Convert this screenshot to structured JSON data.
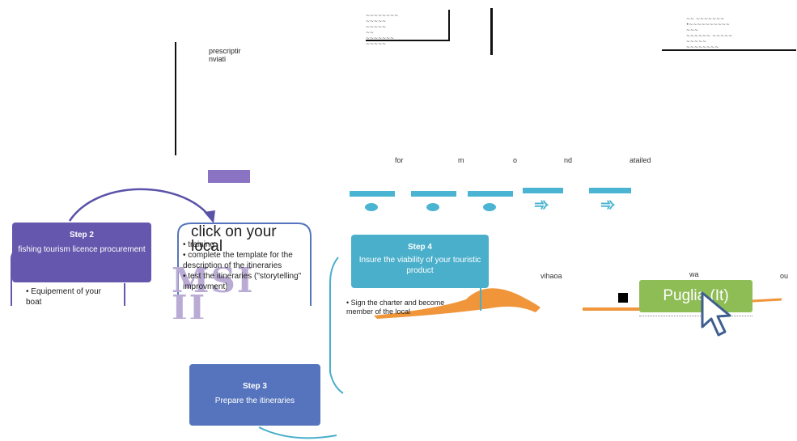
{
  "top_left": {
    "fragment_line1": "prescriptir",
    "fragment_line2": "nviati"
  },
  "top_center_tiny": [
    "~~~~~~~~",
    "~~~~~",
    "~~~~~",
    "~~",
    "~~~~~~~",
    "~~~~~"
  ],
  "top_right_tiny": [
    "~~ ~~~~~~~",
    "•~~~~~~~~~~",
    "~~~",
    "~~~~~~ ~~~~~",
    "~~~~~",
    "~~~~~~~~"
  ],
  "top_row_words": [
    "for",
    "m",
    "o",
    "nd",
    "atailed"
  ],
  "step2": {
    "title": "Step 2",
    "subtitle": "fishing tourism licence procurement",
    "bullet": "Equipement of your boat"
  },
  "panel": {
    "cta": "click on your local",
    "bullets": [
      "training",
      "complete the template for the description of the itineraries",
      "test the itineraries (\"storytelling\" improvment)"
    ],
    "deco": "MSI II"
  },
  "step3": {
    "title": "Step 3",
    "subtitle": "Prepare the itineraries"
  },
  "step4": {
    "title": "Step 4",
    "subtitle": "Insure the viability of your touristic product",
    "bullet": "Sign the charter and become member of the local"
  },
  "mid_right_words": [
    "vihaoa",
    "wa",
    "ou"
  ],
  "puglia_label": "Puglia (It)",
  "colors": {
    "step2": "#6557ad",
    "step3": "#5574bd",
    "step4": "#4aafcb",
    "puglia": "#8ebc55",
    "purple_tab": "#8a73c2",
    "orange": "#f0953a",
    "cyan": "#4bb4d2"
  }
}
